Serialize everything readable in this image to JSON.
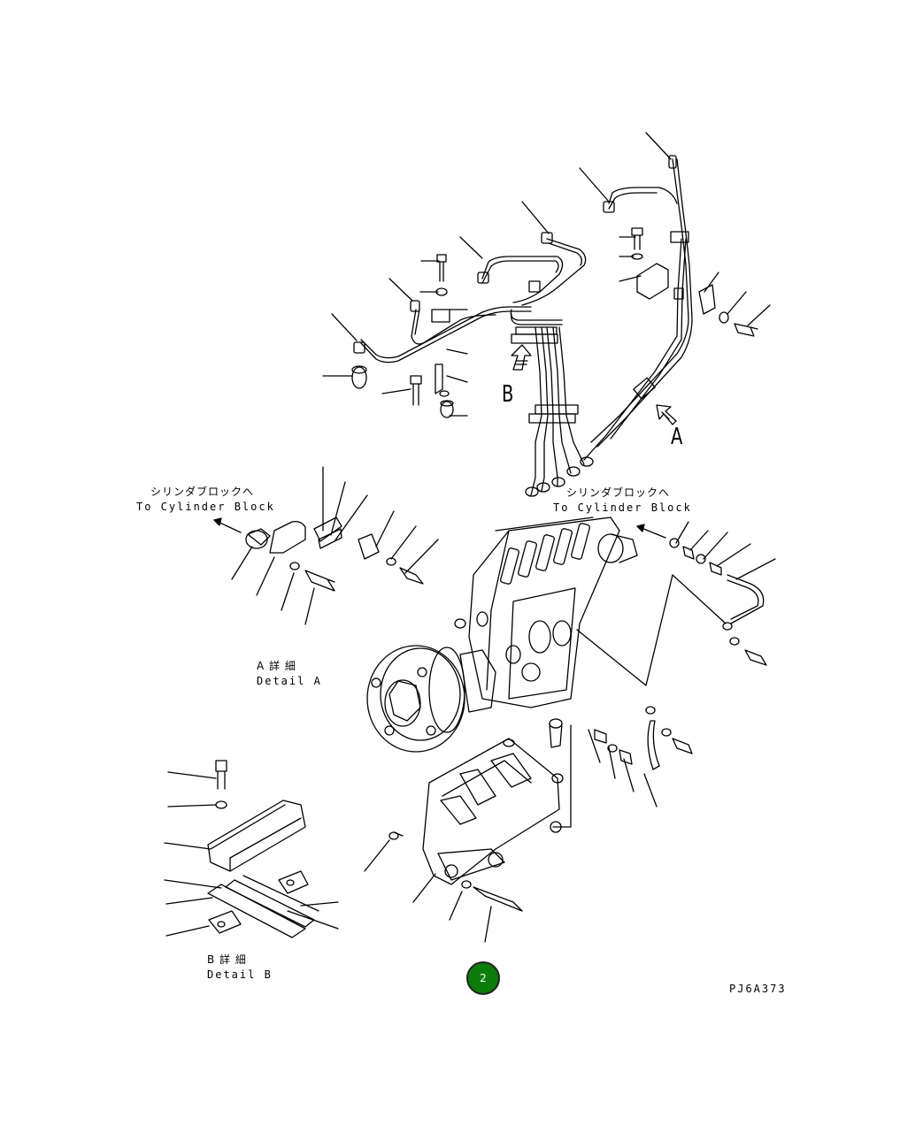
{
  "labels": {
    "detail_a_jp": "A 詳 細",
    "detail_a_en": "Detail A",
    "detail_b_jp": "B 詳 細",
    "detail_b_en": "Detail B",
    "to_block_jp_left": "シリンダブロックへ",
    "to_block_en_left": "To Cylinder Block",
    "to_block_jp_right": "シリンダブロックへ",
    "to_block_en_right": "To Cylinder Block",
    "view_a": "A",
    "view_b": "B",
    "drawing_code": "PJ6A373",
    "page_number": "2"
  },
  "colors": {
    "badge": "#0a7d0a",
    "line": "#000000"
  },
  "icons": {
    "badge": "page-number-badge"
  }
}
